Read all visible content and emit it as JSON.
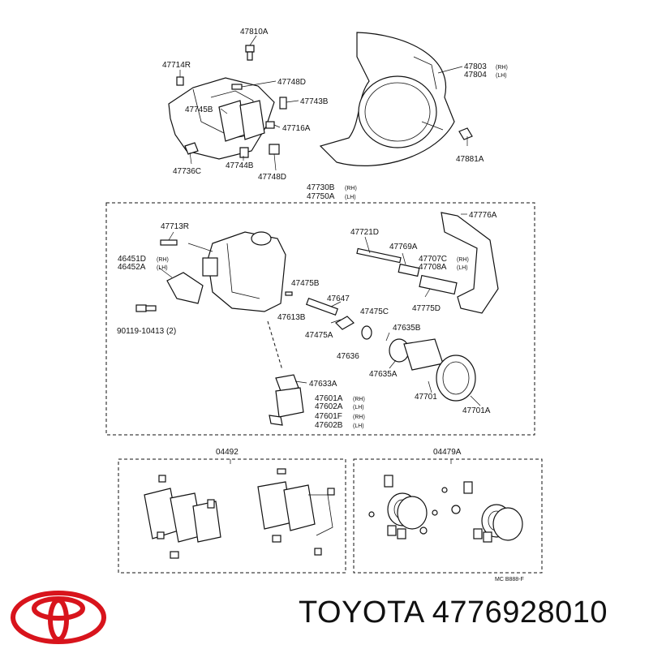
{
  "labels": {
    "p47810A": "47810A",
    "p47714R": "47714R",
    "p47748D_top": "47748D",
    "p47743B": "47743B",
    "p47745B": "47745B",
    "p47716A": "47716A",
    "p47736C": "47736C",
    "p47744B": "47744B",
    "p47748D_bot": "47748D",
    "p47803": "47803",
    "p47803_side": "(RH)",
    "p47804": "47804",
    "p47804_side": "(LH)",
    "p47881A": "47881A",
    "p47730B": "47730B",
    "p47730B_side": "(RH)",
    "p47750A": "47750A",
    "p47750A_side": "(LH)",
    "p47776A": "47776A",
    "p47713R": "47713R",
    "p47721D": "47721D",
    "p46451D": "46451D",
    "p46451D_side": "(RH)",
    "p46452A": "46452A",
    "p46452A_side": "(LH)",
    "p47769A": "47769A",
    "p47707C": "47707C",
    "p47707C_side": "(RH)",
    "p47708A": "47708A",
    "p47708A_side": "(LH)",
    "p47475B": "47475B",
    "p47775D": "47775D",
    "p47647": "47647",
    "p47613B": "47613B",
    "p47475C": "47475C",
    "p90119": "90119-10413 (2)",
    "p47475A": "47475A",
    "p47635B": "47635B",
    "p47636": "47636",
    "p47635A": "47635A",
    "p47633A": "47633A",
    "p47701": "47701",
    "p47601A": "47601A",
    "p47601A_side": "(RH)",
    "p47602A": "47602A",
    "p47602A_side": "(LH)",
    "p47701A": "47701A",
    "p47601F": "47601F",
    "p47601F_side": "(RH)",
    "p47602B": "47602B",
    "p47602B_side": "(LH)",
    "p04492": "04492",
    "p04479A": "04479A",
    "diagram_code": "MC  B888-F"
  },
  "brand": {
    "name": "TOYOTA",
    "part_number": "4776928010",
    "logo_icon": "toyota-logo-icon",
    "logo_color": "#d8141c"
  }
}
